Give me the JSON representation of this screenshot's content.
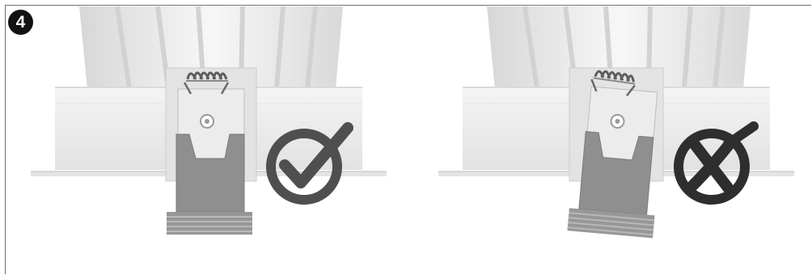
{
  "step": {
    "number": "4"
  },
  "panels": [
    {
      "name": "correct-installation",
      "status": "correct",
      "status_icon": "check-icon",
      "status_color": "#4f4f4f",
      "clip_tilt_degrees": 0
    },
    {
      "name": "incorrect-installation",
      "status": "incorrect",
      "status_icon": "cross-icon",
      "status_color": "#2e2e2e",
      "clip_tilt_degrees": 5
    }
  ],
  "colors": {
    "housing": "#eeeeee",
    "clip": "#8f8f8f",
    "spring": "#5d5d5d",
    "frame": "#6f6f6f"
  }
}
